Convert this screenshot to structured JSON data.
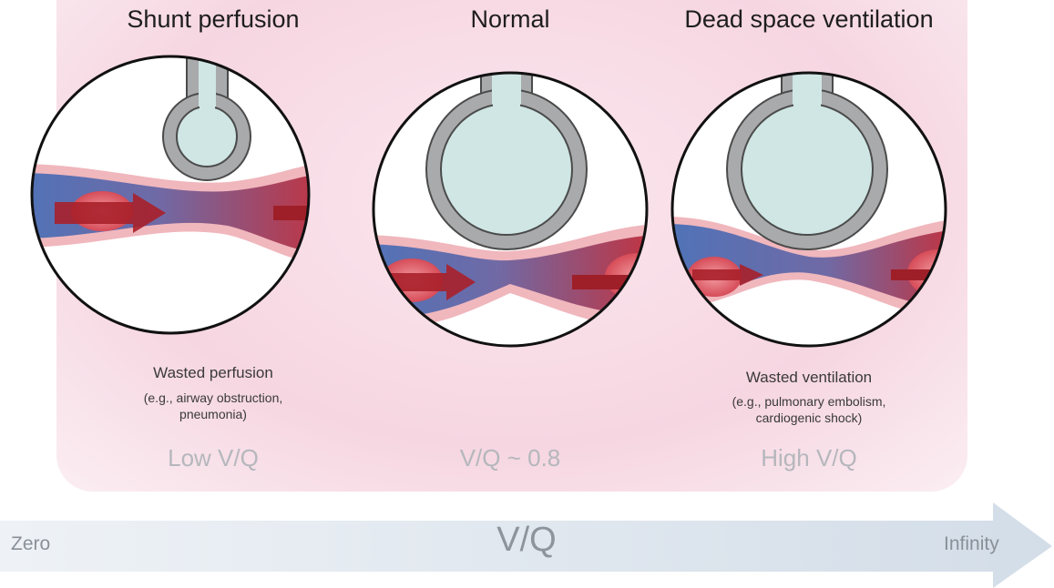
{
  "panels": [
    {
      "title": "Shunt perfusion",
      "caption_title": "Wasted perfusion",
      "caption_lines": [
        "(e.g., airway obstruction,",
        "pneumonia)"
      ],
      "ratio_label": "Low V/Q"
    },
    {
      "title": "Normal",
      "caption_title": "",
      "caption_lines": [],
      "ratio_label": "V/Q ~ 0.8"
    },
    {
      "title": "Dead space ventilation",
      "caption_title": "Wasted ventilation",
      "caption_lines": [
        "(e.g., pulmonary embolism,",
        "cardiogenic shock)"
      ],
      "ratio_label": "High V/Q"
    }
  ],
  "axis": {
    "left_label": "Zero",
    "center_label": "V/Q",
    "right_label": "Infinity"
  },
  "colors": {
    "background_pink": "#f6d6e1",
    "alveolus_fill": "#cfe6e4",
    "alveolus_wall": "#a9aaab",
    "deoxygenated_blue": "#5a7fc0",
    "oxygenated_red": "#c8303a",
    "arrow_bar": "#dde6ee"
  }
}
